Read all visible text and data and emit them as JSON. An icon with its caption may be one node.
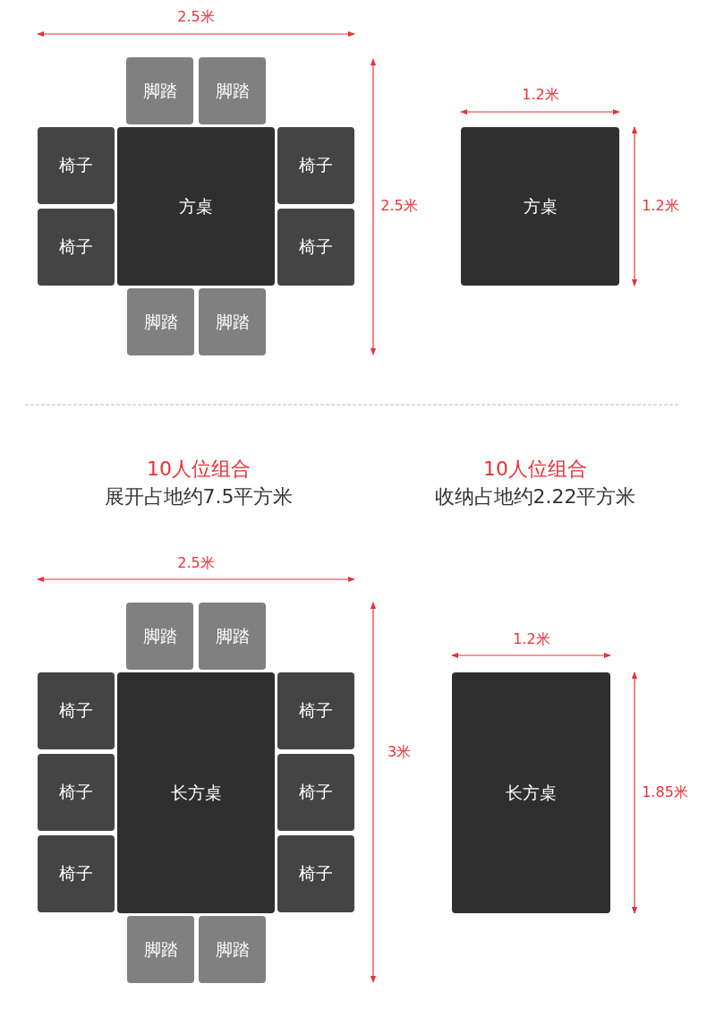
{
  "diagram": {
    "nodes": [
      {
        "text": [
          "脚踏"
        ]
      },
      {
        "text": [
          "脚踏"
        ]
      },
      {
        "text": [
          "椅子"
        ]
      },
      {
        "text": [
          "方桌"
        ]
      },
      {
        "text": [
          "椅子"
        ]
      },
      {
        "text": [
          "椅子"
        ]
      },
      {
        "text": [
          "椅子"
        ]
      },
      {
        "text": [
          "脚踏"
        ]
      },
      {
        "text": [
          "脚踏"
        ]
      },
      {
        "text": [
          "方桌"
        ]
      },
      {
        "text": [
          "脚踏"
        ]
      },
      {
        "text": [
          "脚踏"
        ]
      },
      {
        "text": [
          "椅子"
        ]
      },
      {
        "text": [
          "长方桌"
        ]
      },
      {
        "text": [
          "椅子"
        ]
      },
      {
        "text": [
          "椅子"
        ]
      },
      {
        "text": [
          "椅子"
        ]
      },
      {
        "text": [
          "椅子"
        ]
      },
      {
        "text": [
          "椅子"
        ]
      },
      {
        "text": [
          "脚踏"
        ]
      },
      {
        "text": [
          "脚踏"
        ]
      },
      {
        "text": [
          "长方桌"
        ]
      }
    ],
    "edges": [],
    "labels": [
      "2.5米",
      "1.2米",
      "2.5米",
      "1.2米",
      "10人位组合",
      "展开占地约7.5平方米",
      "10人位组合",
      "收纳占地约2.22平方米",
      "2.5米",
      "1.2米",
      "3米",
      "1.85米"
    ]
  }
}
